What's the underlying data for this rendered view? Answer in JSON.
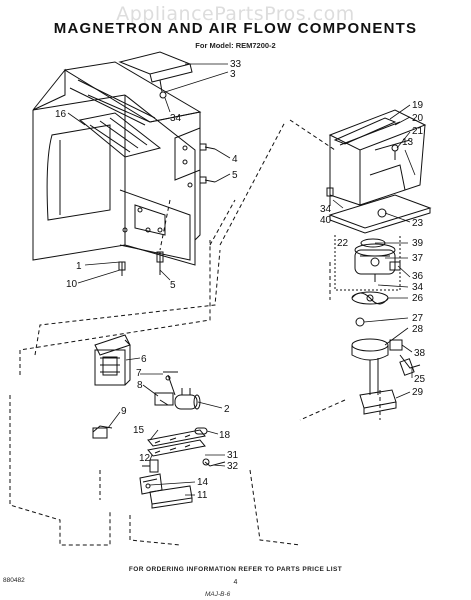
{
  "watermark": "AppliancePartsPros.com",
  "title": "MAGNETRON AND AIR FLOW COMPONENTS",
  "subtitle": "For Model: REM7200-2",
  "footer_note": "FOR ORDERING INFORMATION REFER TO PARTS PRICE LIST",
  "page_number": "4",
  "doc_id": "880482",
  "handwritten_note": "MAJ-B-6",
  "callouts": {
    "c33": "33",
    "c3": "3",
    "c34a": "34",
    "c16": "16",
    "c4": "4",
    "c5a": "5",
    "c1": "1",
    "c10": "10",
    "c5b": "5",
    "c6": "6",
    "c7": "7",
    "c8": "8",
    "c9": "9",
    "c2": "2",
    "c15": "15",
    "c18": "18",
    "c12": "12",
    "c31": "31",
    "c32": "32",
    "c14": "14",
    "c11": "11",
    "c19": "19",
    "c20": "20",
    "c21": "21",
    "c13": "13",
    "c34b": "34",
    "c40": "40",
    "c23": "23",
    "c22": "22",
    "c39": "39",
    "c37": "37",
    "c36": "36",
    "c34c": "34",
    "c26": "26",
    "c27": "27",
    "c28": "28",
    "c38": "38",
    "c25": "25",
    "c29": "29"
  }
}
